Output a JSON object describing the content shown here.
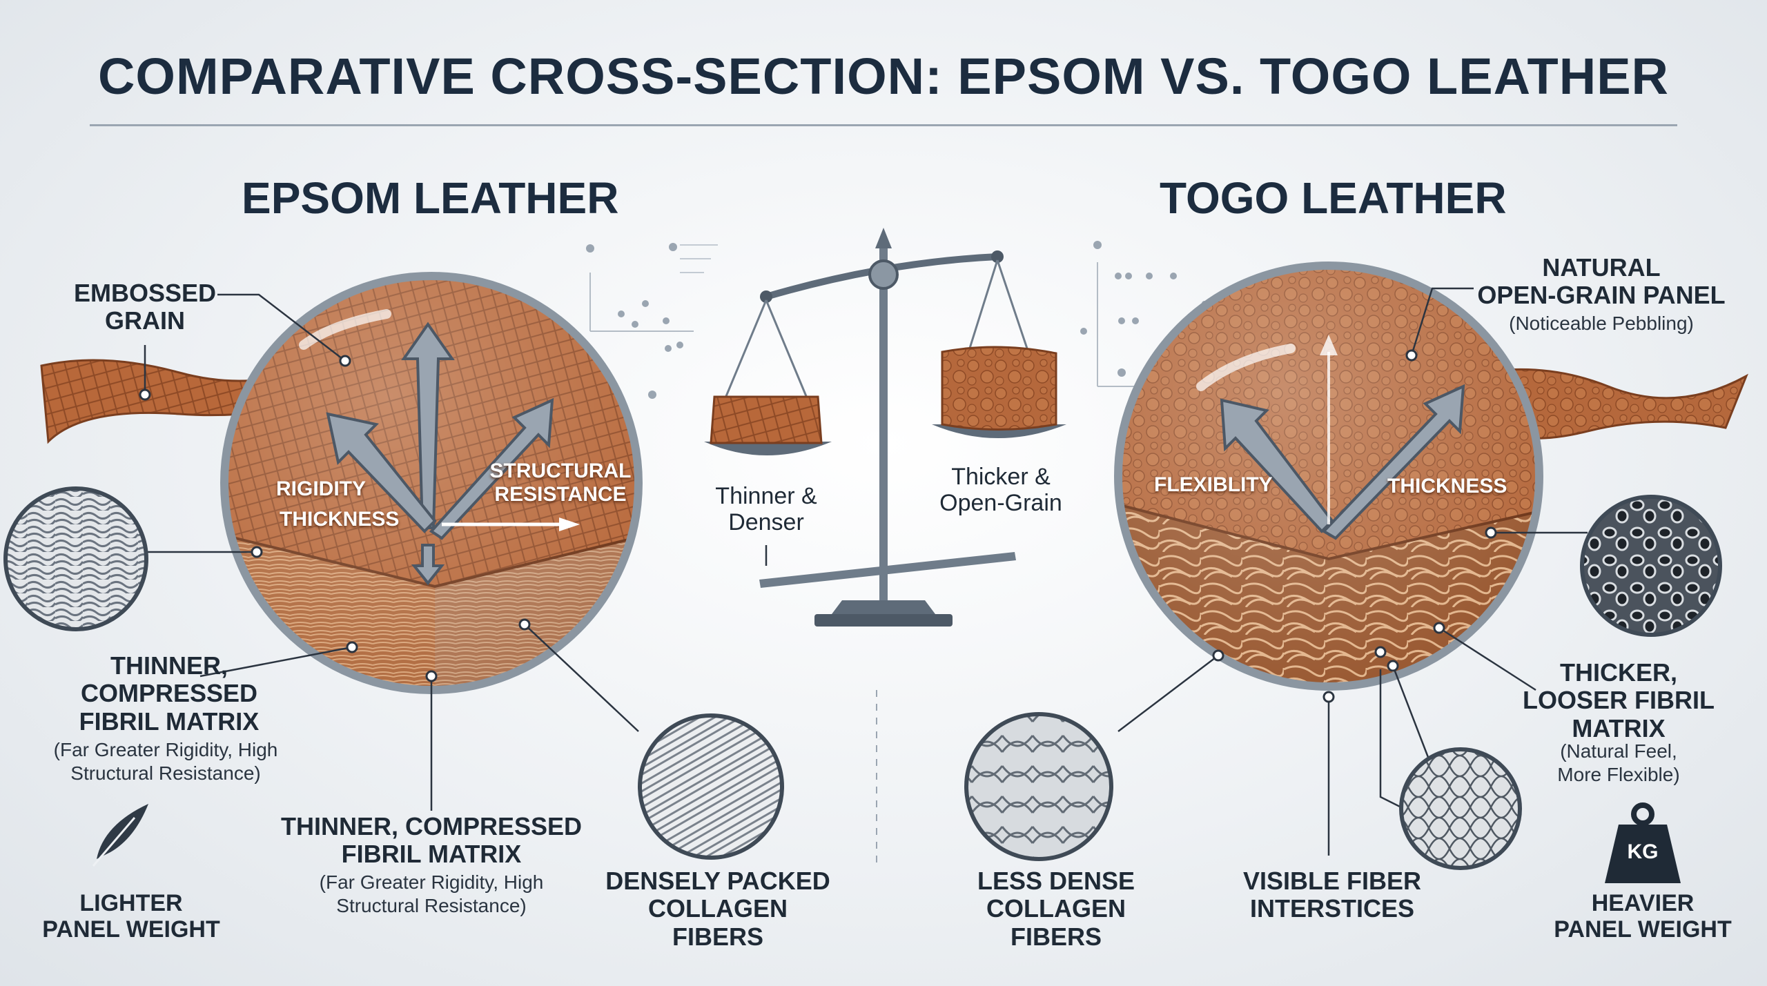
{
  "title": "COMPARATIVE CROSS-SECTION: EPSOM VS. TOGO LEATHER",
  "epsom": {
    "heading": "EPSOM LEATHER",
    "embossed": [
      "EMBOSSED",
      "GRAIN"
    ],
    "arrow_rigidity": "RIGIDITY",
    "arrow_thickness": "THICKNESS",
    "arrow_structural": [
      "STRUCTURAL",
      "RESISTANCE"
    ],
    "matrix_left": [
      "THINNER,",
      "COMPRESSED",
      "FIBRIL MATRIX"
    ],
    "matrix_left_sub": [
      "(Far Greater Rigidity, High",
      "Structural Resistance)"
    ],
    "matrix_bottom": [
      "THINNER, COMPRESSED",
      "FIBRIL MATRIX"
    ],
    "matrix_bottom_sub": [
      "(Far Greater Rigidity, High",
      "Structural Resistance)"
    ],
    "fibers": [
      "DENSELY PACKED",
      "COLLAGEN FIBERS"
    ],
    "weight": [
      "LIGHTER",
      "PANEL WEIGHT"
    ]
  },
  "scale": {
    "left": [
      "Thinner &",
      "Denser"
    ],
    "right": [
      "Thicker &",
      "Open-Grain"
    ]
  },
  "togo": {
    "heading": "TOGO LEATHER",
    "panel": [
      "NATURAL",
      "OPEN-GRAIN PANEL"
    ],
    "panel_sub": "(Noticeable Pebbling)",
    "arrow_flex": "FLEXIBLITY",
    "arrow_thickness": "THICKNESS",
    "matrix": [
      "THICKER,",
      "LOOSER FIBRIL",
      "MATRIX"
    ],
    "matrix_sub": [
      "(Natural Feel,",
      "More Flexible)"
    ],
    "fibers": [
      "LESS DENSE",
      "COLLAGEN FIBERS"
    ],
    "interstices": [
      "VISIBLE FIBER",
      "INTERSTICES"
    ],
    "weight": [
      "HEAVIER",
      "PANEL WEIGHT"
    ],
    "weight_badge": "KG"
  },
  "colors": {
    "leather": "#b8683a",
    "leather_dark": "#8e4a26",
    "fiber": "#d9a57a",
    "steel": "#5e6b79",
    "ink": "#1c2c3f"
  },
  "icons": [
    "feather-icon",
    "weight-icon",
    "balance-scale-icon"
  ]
}
